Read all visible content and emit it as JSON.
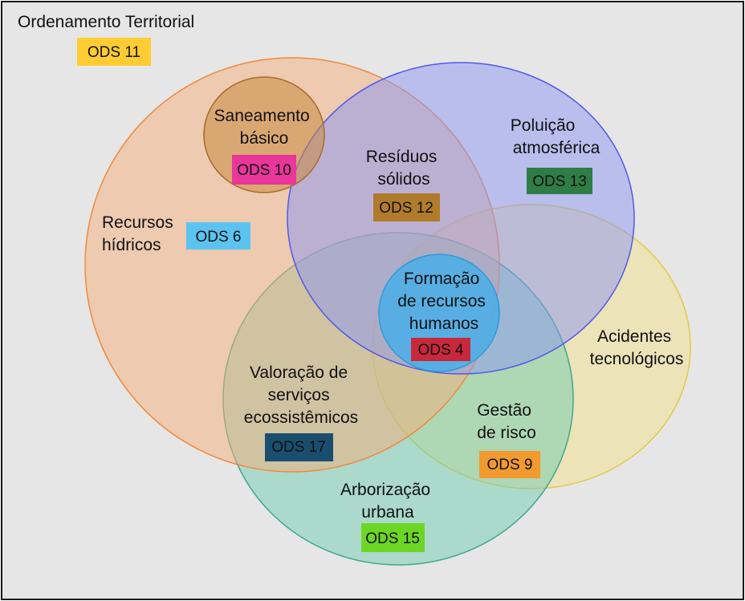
{
  "title": "Ordenamento Territorial",
  "title_badge": {
    "label": "ODS 11",
    "color": "#FFCC33"
  },
  "regions": {
    "recursos_hidricos": {
      "lines": [
        "Recursos",
        "hídricos"
      ],
      "badge": {
        "label": "ODS 6",
        "color": "#5BC3F0"
      },
      "fill": "#F4AD7A",
      "stroke": "#F08A3E"
    },
    "saneamento": {
      "lines": [
        "Saneamento",
        "básico"
      ],
      "badge": {
        "label": "ODS 10",
        "color": "#E8369A"
      },
      "fill": "#C98A40",
      "stroke": "#A86A28"
    },
    "residuos": {
      "lines": [
        "Resíduos",
        "sólidos"
      ],
      "badge": {
        "label": "ODS 12",
        "color": "#B07B2A"
      }
    },
    "poluicao": {
      "lines": [
        "Poluição",
        "atmosférica"
      ],
      "badge": {
        "label": "ODS 13",
        "color": "#2E7D46"
      },
      "fill": "#8C96F4",
      "stroke": "#4F5AE8"
    },
    "acidentes": {
      "lines": [
        "Acidentes",
        "tecnológicos"
      ],
      "fill": "#F3E08A",
      "stroke": "#E3C94A"
    },
    "formacao": {
      "lines": [
        "Formação",
        "de recursos",
        "humanos"
      ],
      "badge": {
        "label": "ODS 4",
        "color": "#C8283A"
      },
      "fill": "#49AEE6",
      "stroke": "#2E9BD8"
    },
    "valoracao": {
      "lines": [
        "Valoração de",
        "serviços",
        "ecossistêmicos"
      ],
      "badge": {
        "label": "ODS 17",
        "color": "#1A4E6E"
      }
    },
    "gestao": {
      "lines": [
        "Gestão",
        "de risco"
      ],
      "badge": {
        "label": "ODS 9",
        "color": "#F29A2E"
      }
    },
    "arborizacao": {
      "lines": [
        "Arborização",
        "urbana"
      ],
      "badge": {
        "label": "ODS 15",
        "color": "#6CD623"
      },
      "fill": "#6FCBB0",
      "stroke": "#3FA88A"
    }
  }
}
